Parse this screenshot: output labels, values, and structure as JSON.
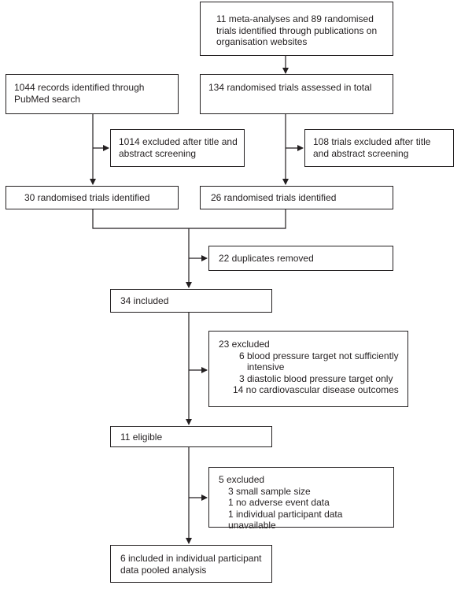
{
  "flow": {
    "b1": "11 meta-analyses and 89 randomised trials identified through publications on organisation websites",
    "b2": "1044 records identified through PubMed search",
    "b3": "134 randomised trials assessed in total",
    "b4": "1014 excluded after title and abstract screening",
    "b5": "108 trials excluded after title and abstract screening",
    "b6": "30 randomised trials identified",
    "b7": "26 randomised trials identified",
    "b8": "22 duplicates removed",
    "b9": "34 included",
    "b10": {
      "head": "23 excluded",
      "items": [
        "6 blood pressure target not sufficiently intensive",
        "3 diastolic blood pressure target only",
        "14 no cardiovascular disease outcomes"
      ]
    },
    "b11": "11 eligible",
    "b12": {
      "head": "5 excluded",
      "items": [
        "3 small sample size",
        "1 no adverse event data",
        "1 individual participant data unavailable"
      ]
    },
    "b13": "6 included in individual participant data pooled analysis"
  }
}
